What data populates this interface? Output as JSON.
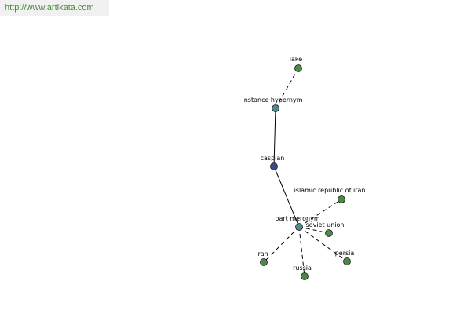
{
  "watermark": "http://www.artikata.com",
  "colors": {
    "focus_node": "#3b4a86",
    "relation_node": "#4f8a86",
    "leaf_node": "#4e8848",
    "edge": "#000000"
  },
  "nodes": [
    {
      "id": "lake",
      "label": "lake",
      "kind": "leaf"
    },
    {
      "id": "instance-hypernym",
      "label": "instance hypernym",
      "kind": "relation"
    },
    {
      "id": "caspian",
      "label": "caspian",
      "kind": "focus"
    },
    {
      "id": "part-meronym",
      "label": "part meronym",
      "kind": "relation"
    },
    {
      "id": "islamic-republic-of-iran",
      "label": "islamic republic of iran",
      "kind": "leaf"
    },
    {
      "id": "soviet-union",
      "label": "soviet union",
      "kind": "leaf"
    },
    {
      "id": "persia",
      "label": "persia",
      "kind": "leaf"
    },
    {
      "id": "iran",
      "label": "iran",
      "kind": "leaf"
    },
    {
      "id": "russia",
      "label": "russia",
      "kind": "leaf"
    }
  ],
  "edges": [
    {
      "from": "caspian",
      "to": "instance-hypernym",
      "style": "solid"
    },
    {
      "from": "caspian",
      "to": "part-meronym",
      "style": "solid"
    },
    {
      "from": "instance-hypernym",
      "to": "lake",
      "style": "dashed"
    },
    {
      "from": "part-meronym",
      "to": "islamic-republic-of-iran",
      "style": "dashed"
    },
    {
      "from": "part-meronym",
      "to": "soviet-union",
      "style": "dashed"
    },
    {
      "from": "part-meronym",
      "to": "persia",
      "style": "dashed"
    },
    {
      "from": "part-meronym",
      "to": "iran",
      "style": "dashed"
    },
    {
      "from": "part-meronym",
      "to": "russia",
      "style": "dashed"
    }
  ]
}
